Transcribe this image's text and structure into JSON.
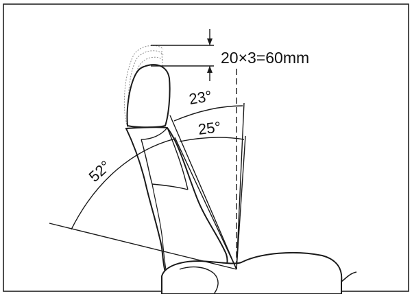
{
  "diagram": {
    "dimension_label": "20×3=60mm",
    "angles": {
      "headrest_tilt": "23°",
      "backrest_adjust": "25°",
      "recline_range": "52°"
    },
    "colors": {
      "line": "#1a1a1a",
      "dashed": "#8a8a8a",
      "border": "#222222",
      "background": "#ffffff"
    }
  }
}
